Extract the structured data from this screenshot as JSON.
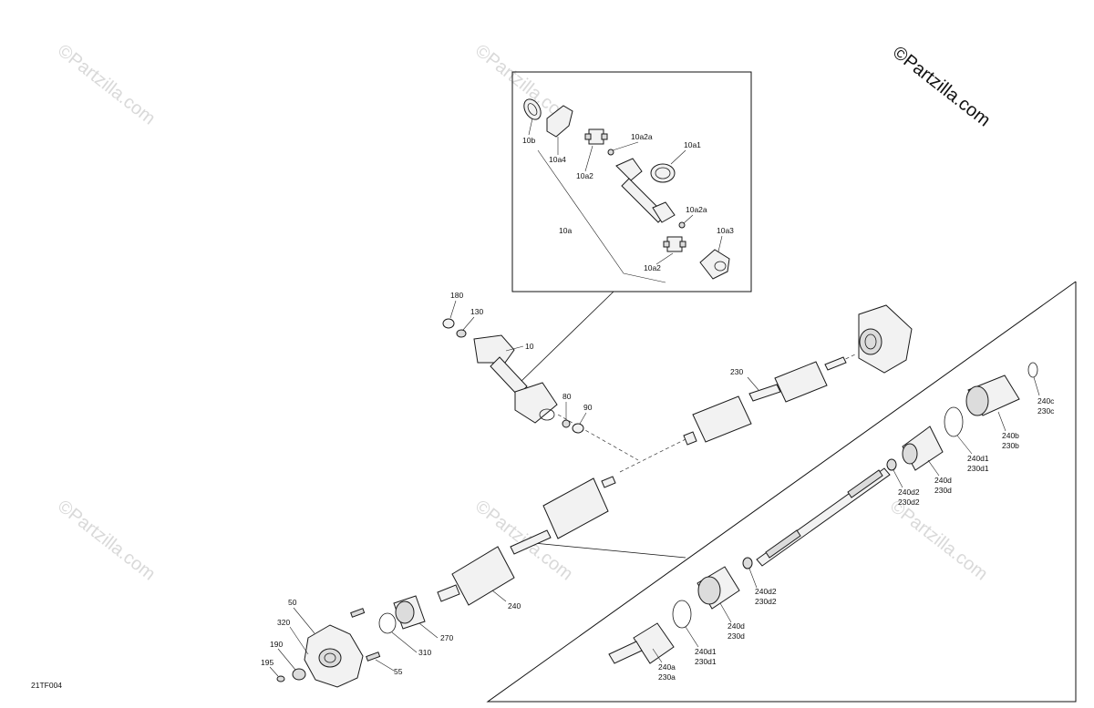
{
  "brand": {
    "text": "©Partzilla.com"
  },
  "watermark": {
    "text": "©Partzilla.com"
  },
  "diagram_code": "21TF004",
  "labels": {
    "l10b": "10b",
    "l10a4": "10a4",
    "l10a2a_top": "10a2a",
    "l10a1": "10a1",
    "l10a2_top": "10a2",
    "l10a": "10a",
    "l10a2a_bot": "10a2a",
    "l10a3": "10a3",
    "l10a2_bot": "10a2",
    "l180": "180",
    "l130": "130",
    "l10": "10",
    "l80": "80",
    "l90": "90",
    "l230": "230",
    "l240": "240",
    "l240c": "240c",
    "l230c": "230c",
    "l240b": "240b",
    "l230b": "230b",
    "l240d1_r": "240d1",
    "l230d1_r": "230d1",
    "l240d_r": "240d",
    "l230d_r": "230d",
    "l240d2_r": "240d2",
    "l230d2_r": "230d2",
    "l240d2_l": "240d2",
    "l230d2_l": "230d2",
    "l240d_l": "240d",
    "l230d_l": "230d",
    "l240d1_l": "240d1",
    "l230d1_l": "230d1",
    "l240a": "240a",
    "l230a": "230a",
    "l50": "50",
    "l320": "320",
    "l190": "190",
    "l195": "195",
    "l270": "270",
    "l310": "310",
    "l55": "55"
  }
}
